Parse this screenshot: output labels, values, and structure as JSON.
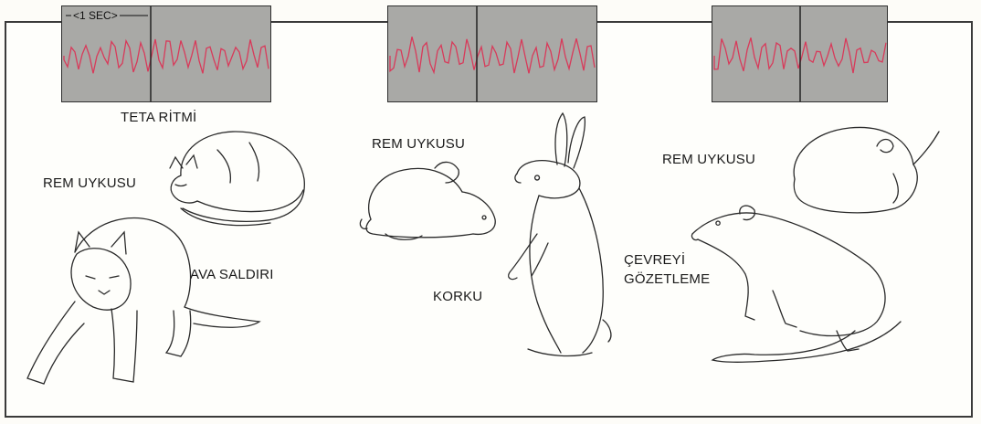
{
  "eeg_panels": [
    {
      "scale_label": "<1 SEC>",
      "caption": "TETA RİTMİ"
    },
    {
      "scale_label": "",
      "caption": ""
    },
    {
      "scale_label": "",
      "caption": ""
    }
  ],
  "cat": {
    "sleep_label": "REM UYKUSU",
    "active_label": "AVA SALDIRI"
  },
  "rabbit": {
    "sleep_label": "REM UYKUSU",
    "active_label": "KORKU"
  },
  "rat": {
    "sleep_label": "REM UYKUSU",
    "active_label_line1": "ÇEVREYİ",
    "active_label_line2": "GÖZETLEME"
  },
  "colors": {
    "trace": "#d83a5a",
    "panel": "#a9a9a6",
    "ink": "#2a2a2a"
  }
}
